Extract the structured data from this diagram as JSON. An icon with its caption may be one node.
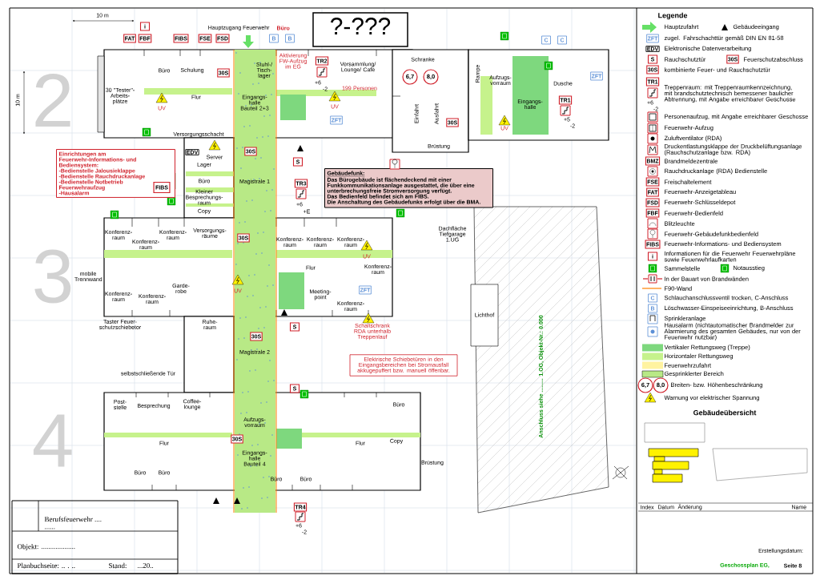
{
  "diagram": {
    "nodes": [
      {
        "text": [
          "?-???"
        ]
      },
      {
        "text": [
          "Einrichtungen am Feuerwehr-Informations- und Bediensystem:",
          "-Bedienstelle Jalousieklappe",
          "-Bedienstelle Rauchdruckanlage",
          "-Bedienstelle Notbetrieb Feuerwehraufzug",
          "-Hausalarm"
        ]
      },
      {
        "text": [
          "FIBS"
        ],
        "in": 1
      },
      {
        "text": [
          "Gebäudefunk:",
          "Das Bürogebäude ist flächendeckend mit einer Funkkommunikationsanlage ausgestattet, die über eine unterbrechungsfreie Stromversorgung verfügt.",
          "Das Bedienfeld befindet sich am FIBS.",
          "Die Anschaltung des Gebäudefunks erfolgt über die BMA."
        ]
      },
      {
        "text": [
          "Elektrische Schiebetüren in den Eingangsbereichen bei Stromausfall akkugepuffert bzw. manuell öffenbar."
        ]
      }
    ],
    "labels": [
      "10 m",
      "10 m",
      "2",
      "3",
      "4",
      "i",
      "Hauptzugang Feuerwehr",
      "Büro",
      "FAT",
      "FBF",
      "FIBS",
      "FSE",
      "FSD",
      "B",
      "B",
      "C",
      "C",
      "Büro",
      "Schulung",
      "30S",
      "Stuhl-/ Tisch-lager",
      "Aktivierung FW-Aufzug im EG",
      "TR2",
      "+6",
      "-2",
      "Versammlung/ Lounge/ Cafe",
      "199 Personen",
      "Schranke",
      "6,7",
      "8,0",
      "Rampe",
      "Aufzugs-vorraum",
      "Dusche",
      "ZFT",
      "30 \"Tester\"-Arbeits-plätze",
      "UV",
      "Flur",
      "Eingangs-halle Bauteil 2+3",
      "UV",
      "ZFT",
      "Einfahrt",
      "Ausfahrt",
      "Eingangs-halle",
      "TR1",
      "+5",
      "-2",
      "30S",
      "UV",
      "Versorgungsschacht",
      "Brüstung",
      "EDV",
      "Server",
      "30S",
      "S",
      "Lager",
      "Büro",
      "Magistrale 1",
      "TR3",
      "Kleiner Besprechungs-raum",
      "+6",
      "Copy",
      "+E",
      "Dachfläche Tiefgarage 1.UG",
      "Konferenz-raum",
      "Konferenz-raum",
      "Konferenz-raum",
      "Versorgungs-räume",
      "30S",
      "Konferenz-raum",
      "Konferenz-raum",
      "Konferenz-raum",
      "UV",
      "Konferenz-raum",
      "Flur",
      "mobile Trennwand",
      "Garde-robe",
      "UV",
      "ZFT",
      "Konferenz-raum",
      "Konferenz-raum",
      "Meeting-point",
      "Konferenz-raum",
      "Lichthof",
      "Taster Feuer-schutzschiebetor",
      "Ruhe-raum",
      "S",
      "Schaltschrank RDA unterhalb Treppenlauf",
      "30S",
      "Magistrale 2",
      "Anschluss siehe ......... 1.OG, Objekt-Nr.: 0.000",
      "selbstschließende Tür",
      "S",
      "Post-stelle",
      "Besprechung",
      "Coffee-lounge",
      "Büro",
      "Aufzugs-vorraum",
      "30S",
      "Flur",
      "Flur",
      "Copy",
      "Eingangs-halle Bauteil 4",
      "Brüstung",
      "Büro",
      "Büro",
      "Büro",
      "Büro",
      "TR4",
      "+6",
      "-2",
      "Berufsfeuerwehr ....",
      "......",
      "Objekt: ...................",
      "Planbuchseite: .. . ..",
      "Stand:",
      "...20..",
      "Legende",
      "ZFT",
      "EDV",
      "S",
      "30S",
      "30S",
      "TR1",
      "+6",
      "-2",
      "BMZ",
      "FSE",
      "FAT",
      "FSD",
      "FBF",
      "FIBS",
      "i",
      "C",
      "B",
      "6,7",
      "8,0",
      "Gebäudeübersicht",
      "Index",
      "Datum",
      "Änderung",
      "Name",
      "Erstellungsdatum:",
      "Geschossplan EG,",
      "Seite 8"
    ],
    "legend": [
      {
        "text": "Hauptzufahrt"
      },
      {
        "text": "Gebäudeeingang"
      },
      {
        "text": "zugel. Fahrschachttür gemäß DIN EN 81-58"
      },
      {
        "text": "Elektronische Datenverarbeitung"
      },
      {
        "text": "Rauchschutztür"
      },
      {
        "text": "Feuerschutzabschluss"
      },
      {
        "text": "kombinierte Feuer- und Rauchschutztür"
      },
      {
        "text": "Treppenraum: mit Treppenraumkennzeichnung, mit brandschutztechnisch bemessener baulicher Abtrennung, mit Angabe erreichbarer Geschosse"
      },
      {
        "text": "Personenaufzug, mit Angabe erreichbarer Geschosse"
      },
      {
        "text": "Feuerwehr-Aufzug"
      },
      {
        "text": "Zuluftventilator (RDA)"
      },
      {
        "text": "Druckentlastungsklappe der Druckbelüftungsanlage (Rauchschutzanlage bzw. RDA)"
      },
      {
        "text": "Brandmeldezentrale"
      },
      {
        "text": "Rauchdruckanlage (RDA) Bedienstelle"
      },
      {
        "text": "Freischaltelement"
      },
      {
        "text": "Feuerwehr-Anzeigetableau"
      },
      {
        "text": "Feuerwehr-Schlüsseldepot"
      },
      {
        "text": "Feuerwehr-Bedienfeld"
      },
      {
        "text": "Blitzleuchte"
      },
      {
        "text": "Feuerwehr-Gebäudefunkbedienfeld"
      },
      {
        "text": "Feuerwehr-Informations- und Bediensystem"
      },
      {
        "text": "Informationen für die Feuerwehr Feuerwehrpläne sowie Feuerwehrlaufkarten"
      },
      {
        "text": "Sammelstelle"
      },
      {
        "text": "Notausstieg"
      },
      {
        "text": "In der Bauart von Brandwänden"
      },
      {
        "text": "F90-Wand"
      },
      {
        "text": "Schlauchanschlussventil trocken, C-Anschluss"
      },
      {
        "text": "Löschwasser-Einspeiseeinrichtung, B-Anschluss"
      },
      {
        "text": "Sprinkleranlage"
      },
      {
        "text": "Hausalarm (nichtautomatischer Brandmelder zur Alarmierung des gesamten Gebäudes, nur von der Feuerwehr nutzbar)"
      },
      {
        "text": "Vertikaler Rettungsweg (Treppe)",
        "color": "#7ed87e"
      },
      {
        "text": "Horizontaler Rettungsweg",
        "color": "#c6f28c"
      },
      {
        "text": "Feuerwehrzufahrt",
        "color": "#fff3a0"
      },
      {
        "text": "Gesprinklerter Bereich"
      },
      {
        "text": "Breiten- bzw. Höhenbeschränkung"
      },
      {
        "text": "Warnung vor elektrischer Spannung"
      }
    ]
  }
}
